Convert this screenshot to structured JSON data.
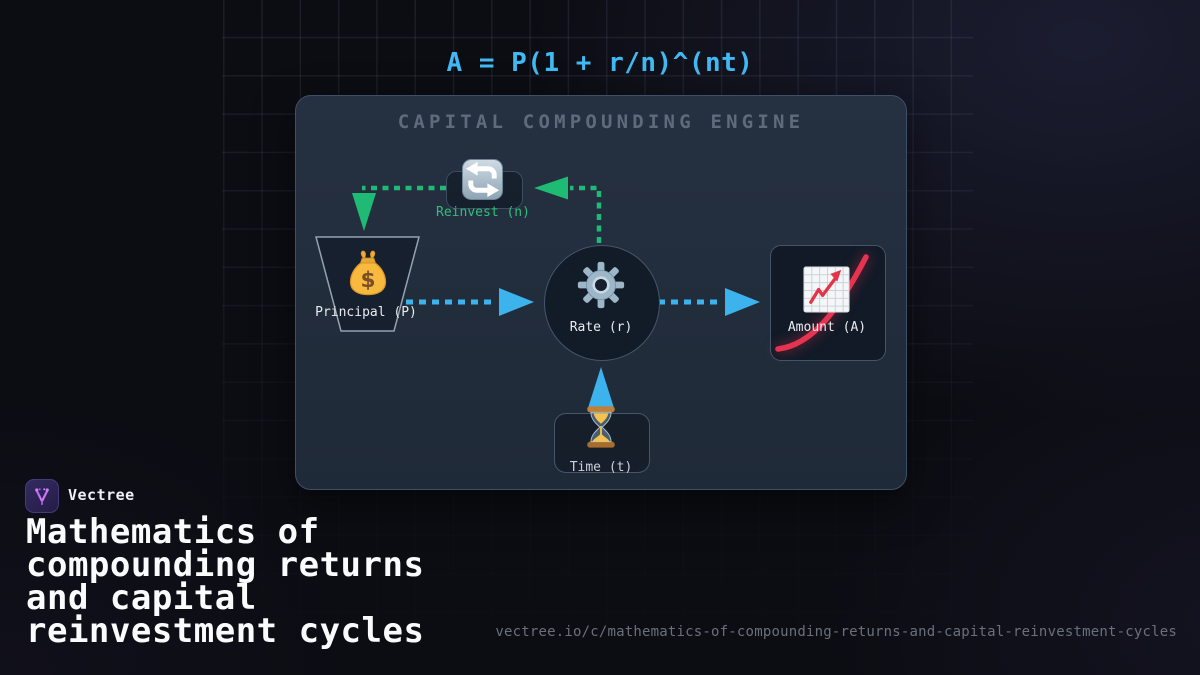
{
  "formula": {
    "text": "A = P(1 + r/n)^(nt)",
    "color": "#41b9f3"
  },
  "engine": {
    "title": "CAPITAL COMPOUNDING ENGINE",
    "nodes": {
      "reinvest": {
        "label": "Reinvest (n)",
        "icon": "repeat-icon"
      },
      "principal": {
        "label": "Principal (P)",
        "icon": "money-bag-icon"
      },
      "rate": {
        "label": "Rate (r)",
        "icon": "gear-icon"
      },
      "amount": {
        "label": "Amount (A)",
        "icon": "chart-increasing-icon"
      },
      "time": {
        "label": "Time (t)",
        "icon": "hourglass-icon"
      }
    },
    "flow_colors": {
      "reinvest_loop": "#1fba74",
      "principal_flow": "#3db3ee",
      "growth_curve": "#e73350"
    }
  },
  "branding": {
    "brand": "Vectree",
    "title_lines": [
      "Mathematics of",
      "compounding returns",
      "and capital",
      "reinvestment cycles"
    ],
    "url": "vectree.io/c/mathematics-of-compounding-returns-and-capital-reinvestment-cycles"
  }
}
